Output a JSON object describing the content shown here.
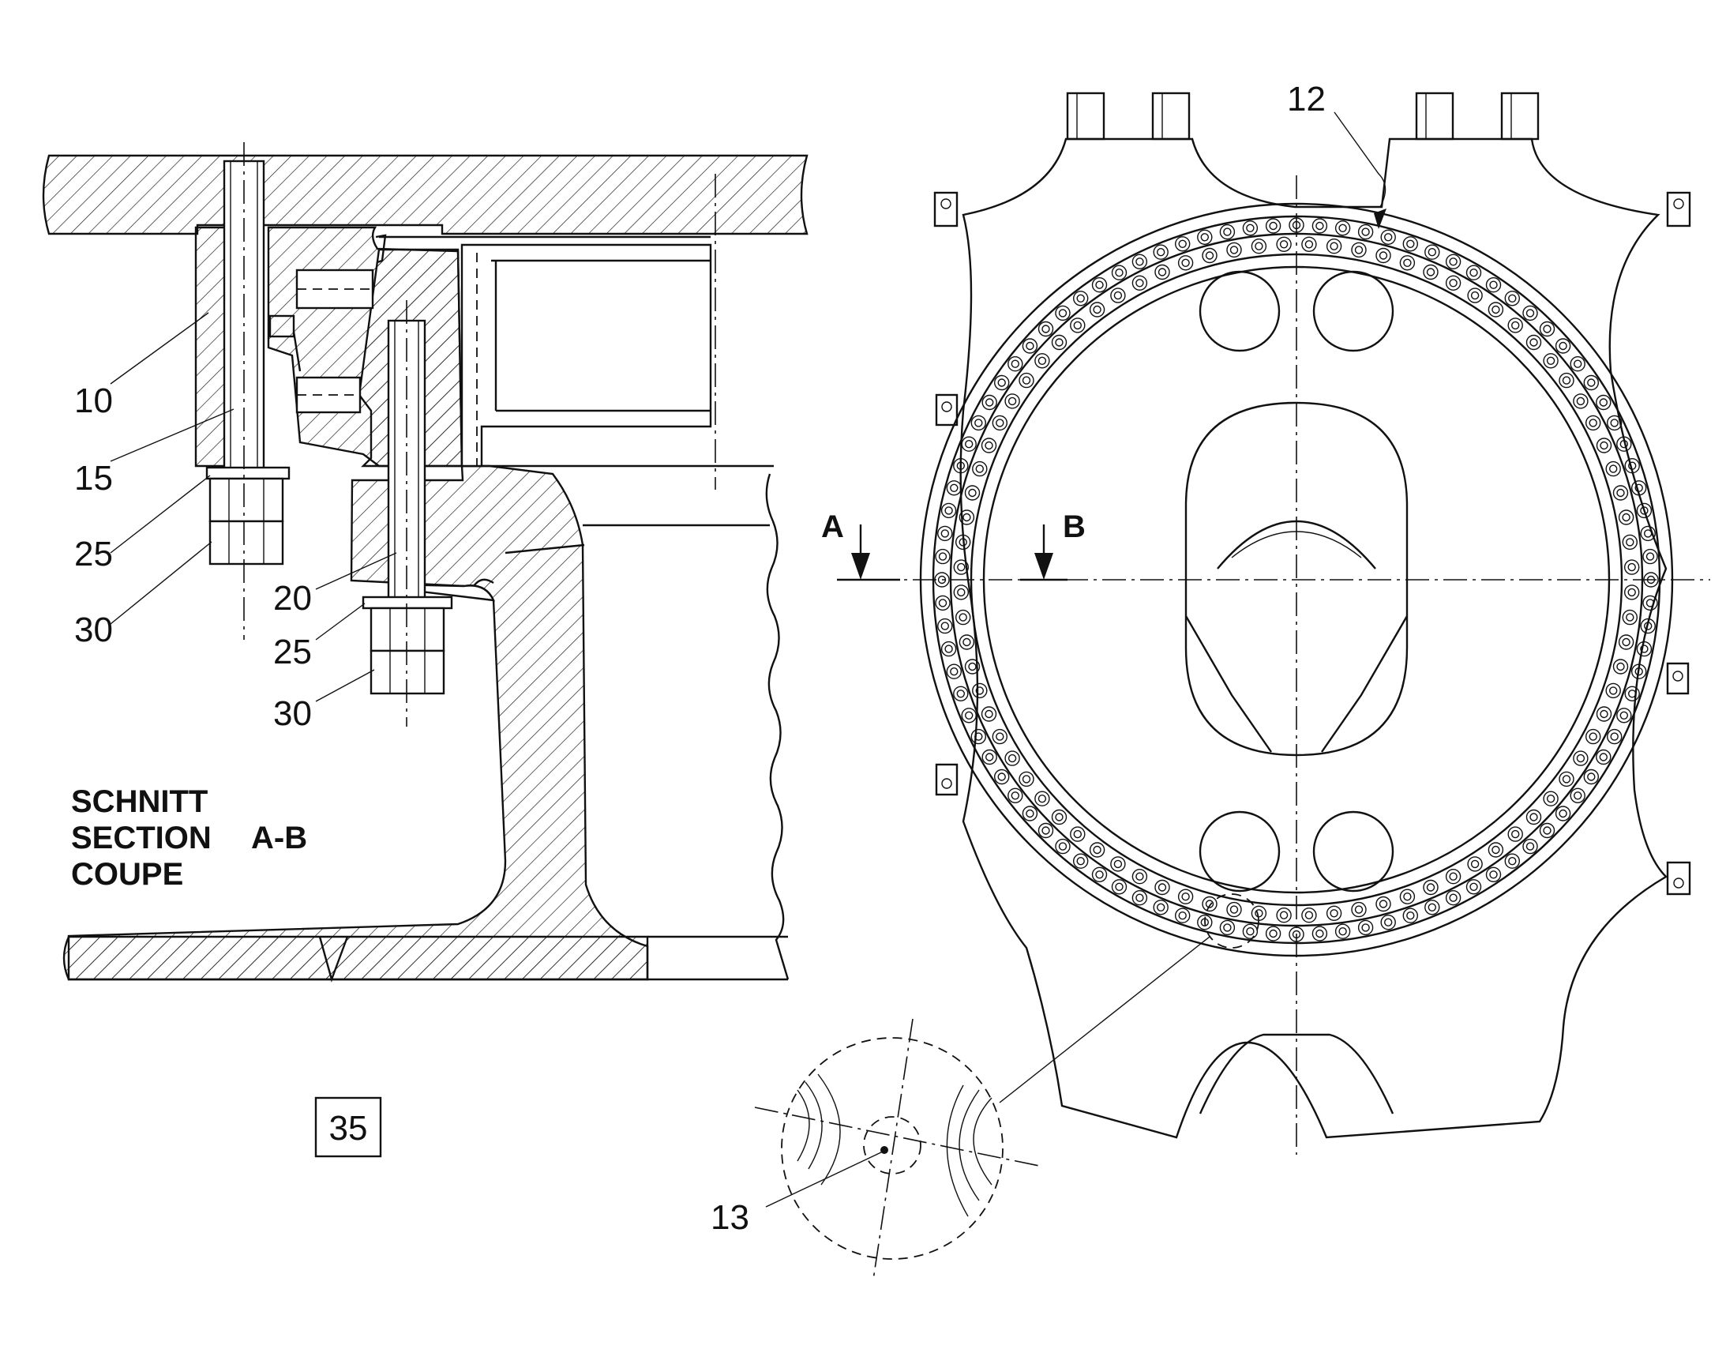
{
  "drawing": {
    "figure_number": "35",
    "section_title": {
      "line1": "SCHNITT",
      "line2": "SECTION",
      "line3": "COUPE",
      "section_id": "A-B"
    },
    "section_markers": {
      "a": "A",
      "b": "B"
    },
    "left_labels": {
      "l10": "10",
      "l15": "15",
      "l25a": "25",
      "l30a": "30",
      "l20": "20",
      "l25b": "25",
      "l30b": "30"
    },
    "right_labels": {
      "l12": "12",
      "l13": "13"
    },
    "bolt_ring": {
      "outer_bolt_count": 96,
      "inner_bolt_count": 84
    },
    "line_color": "#111111",
    "background": "#ffffff"
  }
}
